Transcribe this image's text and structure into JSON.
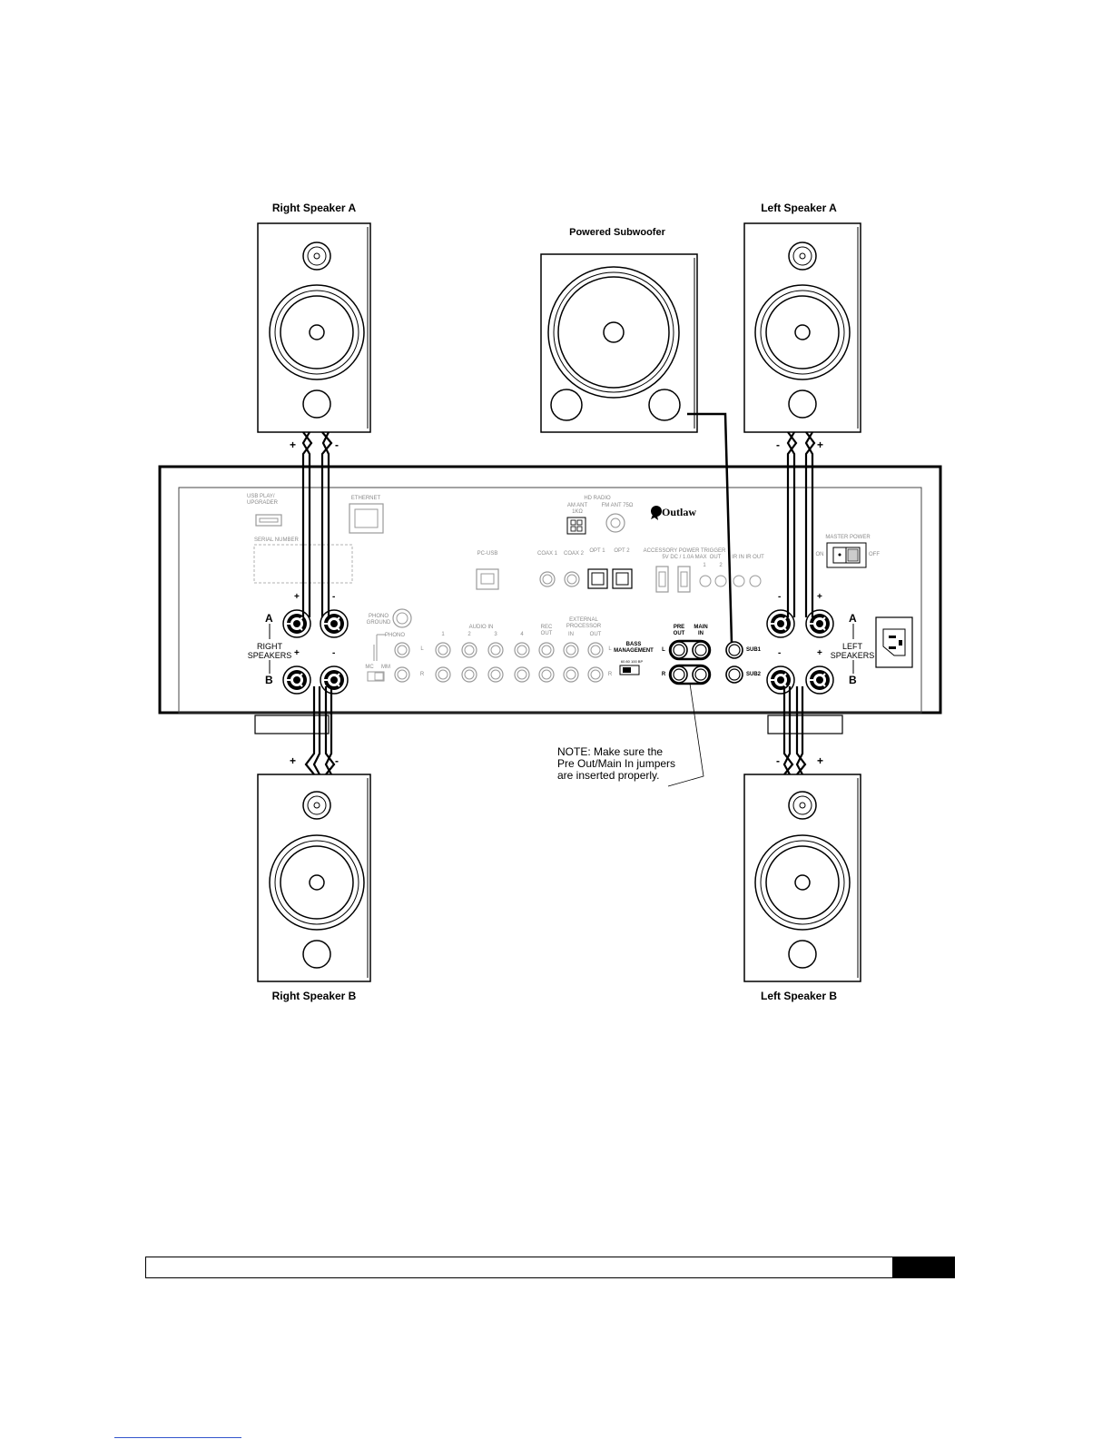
{
  "speakers": {
    "right_a": "Right Speaker A",
    "left_a": "Left Speaker A",
    "right_b": "Right Speaker B",
    "left_b": "Left Speaker B",
    "subwoofer": "Powered Subwoofer"
  },
  "polarity": {
    "plus": "+",
    "minus": "-"
  },
  "panel": {
    "usb": "USB PLAY/\nUPGRADER",
    "serial": "SERIAL NUMBER",
    "ethernet": "ETHERNET",
    "hd_radio": "HD RADIO",
    "am_ant": "AM ANT\n1KΩ",
    "fm_ant": "FM ANT 75Ω",
    "brand": "Outlaw",
    "pc_usb": "PC-USB",
    "coax1": "COAX 1",
    "coax2": "COAX 2",
    "opt1": "OPT 1",
    "opt2": "OPT 2",
    "accessory": "ACCESSORY POWER TRIGGER\n5V DC / 1.0A MAX",
    "trig_out": "OUT",
    "trig_1": "1",
    "trig_2": "2",
    "ir": "IR IN  IR OUT",
    "master_power": "MASTER POWER",
    "on": "ON",
    "off": "OFF",
    "phono_ground": "PHONO\nGROUND",
    "phono": "PHONO",
    "mc": "MC",
    "mm": "MM",
    "audio_in": "AUDIO IN",
    "in1": "1",
    "in2": "2",
    "in3": "3",
    "in4": "4",
    "rec_out": "REC\nOUT",
    "ext_proc": "EXTERNAL\nPROCESSOR",
    "ext_in": "IN",
    "ext_out": "OUT",
    "ch_l": "L",
    "ch_r": "R",
    "bass_mgmt": "BASS\nMANAGEMENT",
    "bass_opts": "60  80  100  BP",
    "pre_out": "PRE\nOUT",
    "main_in": "MAIN\nIN",
    "sub1": "SUB1",
    "sub2": "SUB2",
    "right_speakers": "RIGHT\nSPEAKERS",
    "left_speakers": "LEFT\nSPEAKERS",
    "a": "A",
    "b": "B"
  },
  "note": "NOTE: Make sure the\nPre Out/Main In jumpers\nare inserted properly."
}
